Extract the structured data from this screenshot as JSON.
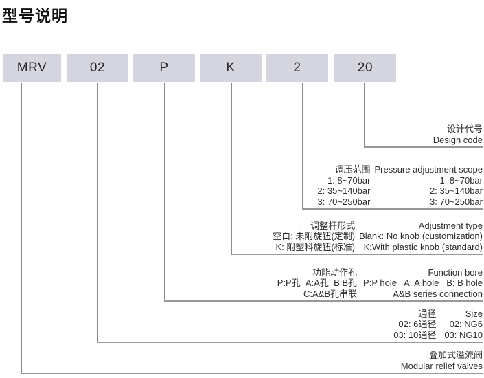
{
  "page_title": "型号说明",
  "colors": {
    "box_fill": "#d4d5df",
    "line_gray": "#8b8b90",
    "text_dark": "#2c2c30"
  },
  "model_boxes": [
    {
      "code": "MRV"
    },
    {
      "code": "02"
    },
    {
      "code": "P"
    },
    {
      "code": "K"
    },
    {
      "code": "2"
    },
    {
      "code": "20"
    }
  ],
  "sections": [
    {
      "id": "design_code",
      "header_cn": "设计代号",
      "header_en": "Design code",
      "rows": []
    },
    {
      "id": "pressure_adjustment_scope",
      "header_cn": "调压范围",
      "header_en": "Pressure adjustment scope",
      "rows": [
        {
          "cn": "1: 8~70bar",
          "en": "1: 8~70bar"
        },
        {
          "cn": "2: 35~140bar",
          "en": "2: 35~140bar"
        },
        {
          "cn": "3: 70~250bar",
          "en": "3: 70~250bar"
        }
      ]
    },
    {
      "id": "adjustment_type",
      "header_cn": "调整杆形式",
      "header_en": "Adjustment type",
      "rows": [
        {
          "cn": "空白: 未附旋钮(定制)",
          "en": "Blank: No knob (customization)"
        },
        {
          "cn": "K: 附塑料旋钮(标准)",
          "en": "K:With plastic knob (standard)"
        }
      ]
    },
    {
      "id": "function_bore",
      "header_cn": "功能动作孔",
      "header_en": "Function bore",
      "rows": [
        {
          "cn": "P:P孔  A:A孔  B:B孔",
          "en": "P:P hole   A: A hole   B: B hole"
        },
        {
          "cn": "C:A&B孔串联",
          "en": "A&B series connection"
        }
      ]
    },
    {
      "id": "size",
      "header_cn": "通径",
      "header_en": "Size",
      "rows": [
        {
          "cn": "02: 6通径",
          "en": "02: NG6"
        },
        {
          "cn": "03: 10通径",
          "en": "03: NG10"
        }
      ]
    },
    {
      "id": "product_name",
      "header_cn": "叠加式溢流阀",
      "header_en": "Modular relief valves",
      "rows": []
    }
  ]
}
